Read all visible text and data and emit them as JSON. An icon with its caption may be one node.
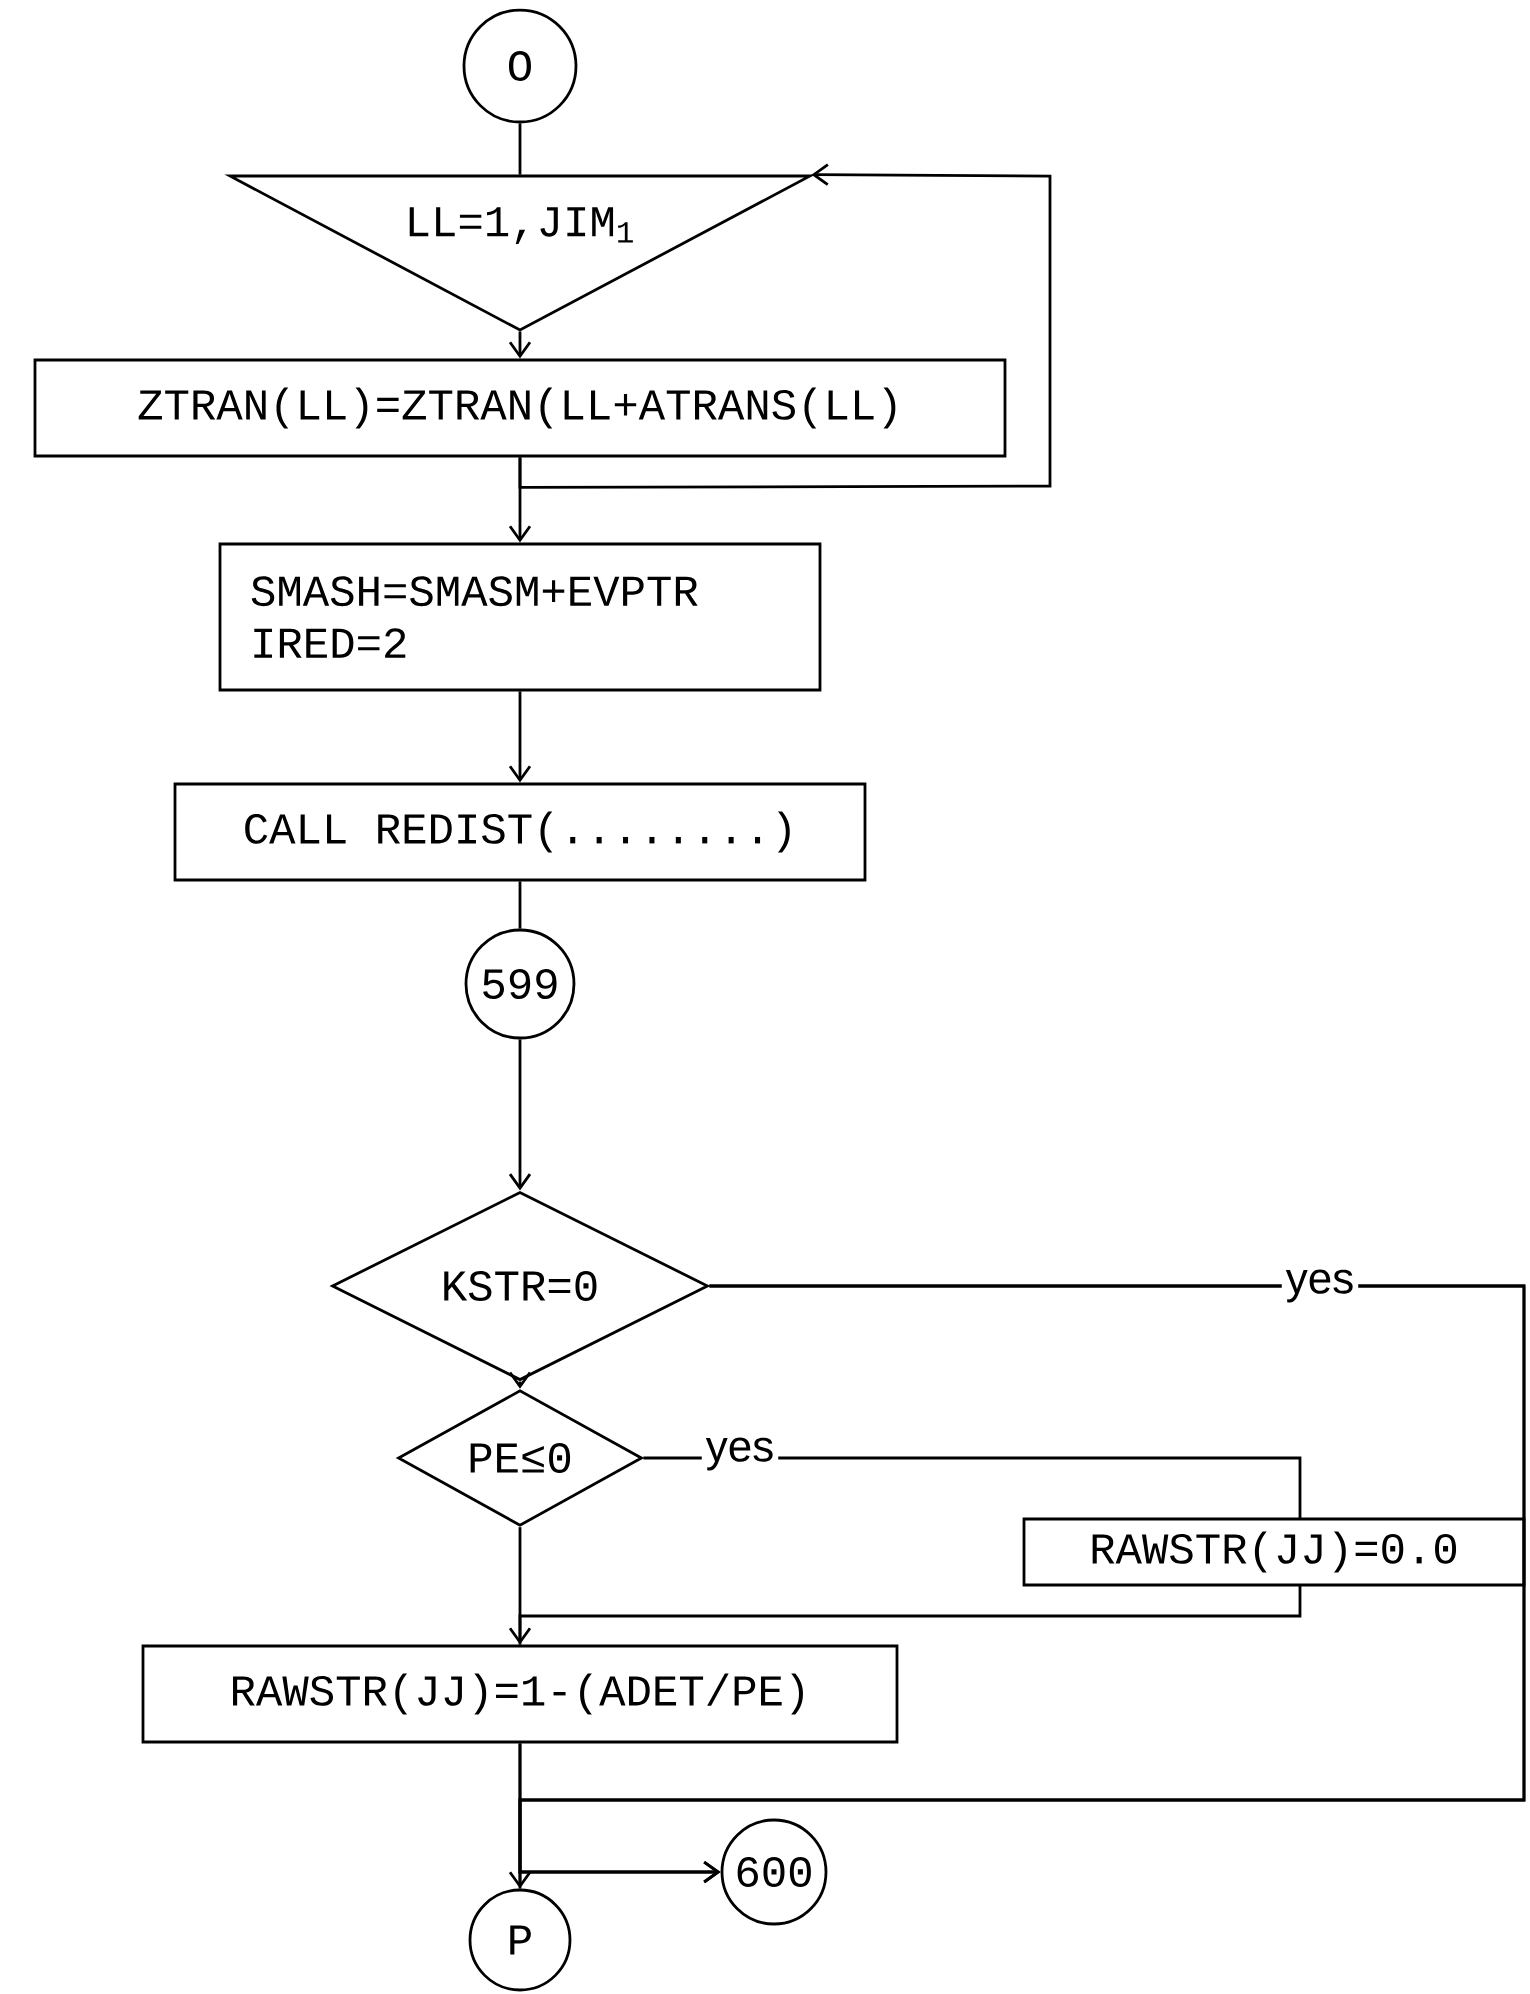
{
  "diagram": {
    "nodes": [
      {
        "text": [
          "O"
        ]
      },
      {
        "text": [
          "LL=1,JIM$_{1}$"
        ]
      },
      {
        "text": [
          "ZTRAN(LL)=ZTRAN(LL+ATRANS(LL)"
        ]
      },
      {
        "text": [
          "SMASH=SMASM+EVPTR IRED=2"
        ]
      },
      {
        "text": [
          "CALL REDIST(........)"
        ]
      },
      {
        "text": [
          "599"
        ]
      },
      {
        "text": [
          "KSTR=0"
        ]
      },
      {
        "text": [
          "PE≤0"
        ]
      },
      {
        "text": [
          "RAWSTR(JJ)=0.0"
        ]
      },
      {
        "text": [
          "RAWSTR(JJ)=1-(ADET/PE)"
        ]
      },
      {
        "text": [
          "600"
        ]
      },
      {
        "text": [
          "P"
        ]
      }
    ],
    "edges": [
      {
        "from": 0,
        "to": 1,
        "arrow": "none"
      },
      {
        "from": 1,
        "to": 2,
        "arrow": "to"
      },
      {
        "from": 2,
        "to": 3,
        "arrow": "to"
      },
      {
        "from": 2,
        "to": 1,
        "arrow": "to"
      },
      {
        "from": 3,
        "to": 4,
        "arrow": "to"
      },
      {
        "from": 4,
        "to": 5,
        "arrow": "none"
      },
      {
        "from": 5,
        "to": 6,
        "arrow": "to"
      },
      {
        "from": 6,
        "to": 7,
        "arrow": "to"
      },
      {
        "from": 7,
        "to": 8,
        "arrow": "none",
        "label": "yes"
      },
      {
        "from": 7,
        "to": 9,
        "arrow": "none"
      },
      {
        "from": 8,
        "to": 9,
        "arrow": "to"
      },
      {
        "from": 9,
        "to": 11,
        "arrow": "none"
      },
      {
        "from": 9,
        "to": 10,
        "arrow": "to"
      },
      {
        "from": 6,
        "to": 11,
        "arrow": "to",
        "label": "yes"
      },
      {
        "from": 6,
        "to": 10,
        "arrow": "to"
      }
    ]
  }
}
